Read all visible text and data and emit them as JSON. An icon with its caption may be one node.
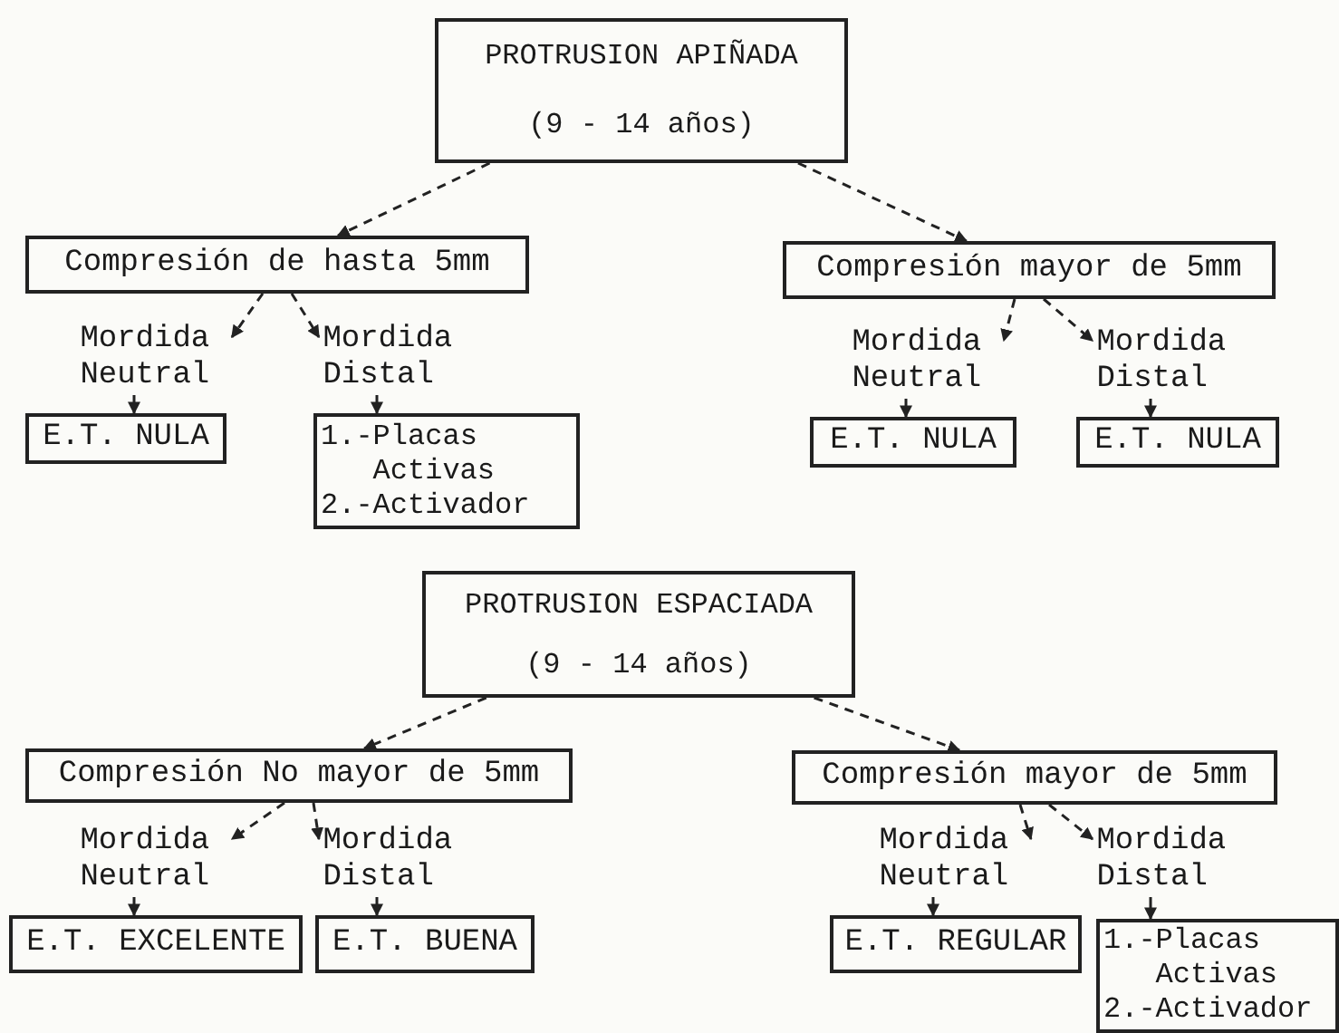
{
  "diagram": {
    "nodes": [
      {
        "text": [
          "PROTRUSION APIÑADA",
          "(9 - 14 años)"
        ]
      },
      {
        "text": [
          "Compresión de hasta 5mm"
        ]
      },
      {
        "text": [
          "Compresión mayor de 5mm"
        ]
      },
      {
        "text": [
          "Mordida Neutral"
        ]
      },
      {
        "text": [
          "Mordida Distal"
        ]
      },
      {
        "text": [
          "E.T. NULA"
        ]
      },
      {
        "text": [
          "1.-Placas Activas",
          "2.-Activador"
        ]
      },
      {
        "text": [
          "Mordida Neutral"
        ]
      },
      {
        "text": [
          "Mordida Distal"
        ]
      },
      {
        "text": [
          "E.T. NULA"
        ]
      },
      {
        "text": [
          "E.T. NULA"
        ]
      },
      {
        "text": [
          "PROTRUSION ESPACIADA",
          "(9 - 14 años)"
        ]
      },
      {
        "text": [
          "Compresión No mayor de 5mm"
        ]
      },
      {
        "text": [
          "Compresión mayor de 5mm"
        ]
      },
      {
        "text": [
          "Mordida Neutral"
        ]
      },
      {
        "text": [
          "Mordida Distal"
        ]
      },
      {
        "text": [
          "E.T. EXCELENTE"
        ]
      },
      {
        "text": [
          "E.T. BUENA"
        ]
      },
      {
        "text": [
          "Mordida Neutral"
        ]
      },
      {
        "text": [
          "Mordida Distal"
        ]
      },
      {
        "text": [
          "E.T. REGULAR"
        ]
      },
      {
        "text": [
          "1.-Placas Activas",
          "2.-Activador"
        ]
      }
    ],
    "edges": [
      {
        "from": 0,
        "to": 1,
        "arrow": "to",
        "style": "dashed"
      },
      {
        "from": 0,
        "to": 2,
        "arrow": "to",
        "style": "dashed"
      },
      {
        "from": 1,
        "to": 3,
        "arrow": "to",
        "style": "dashed"
      },
      {
        "from": 1,
        "to": 4,
        "arrow": "to",
        "style": "dashed"
      },
      {
        "from": 3,
        "to": 5,
        "arrow": "to"
      },
      {
        "from": 4,
        "to": 6,
        "arrow": "to"
      },
      {
        "from": 2,
        "to": 7,
        "arrow": "to",
        "style": "dashed"
      },
      {
        "from": 2,
        "to": 8,
        "arrow": "to",
        "style": "dashed"
      },
      {
        "from": 7,
        "to": 9,
        "arrow": "to"
      },
      {
        "from": 8,
        "to": 10,
        "arrow": "to"
      },
      {
        "from": 11,
        "to": 12,
        "arrow": "to",
        "style": "dashed"
      },
      {
        "from": 11,
        "to": 13,
        "arrow": "to",
        "style": "dashed"
      },
      {
        "from": 12,
        "to": 14,
        "arrow": "to",
        "style": "dashed"
      },
      {
        "from": 12,
        "to": 15,
        "arrow": "to",
        "style": "dashed"
      },
      {
        "from": 14,
        "to": 16,
        "arrow": "to"
      },
      {
        "from": 15,
        "to": 17,
        "arrow": "to"
      },
      {
        "from": 13,
        "to": 18,
        "arrow": "to",
        "style": "dashed"
      },
      {
        "from": 13,
        "to": 19,
        "arrow": "to",
        "style": "dashed"
      },
      {
        "from": 18,
        "to": 20,
        "arrow": "to"
      },
      {
        "from": 19,
        "to": 21,
        "arrow": "to"
      }
    ]
  }
}
